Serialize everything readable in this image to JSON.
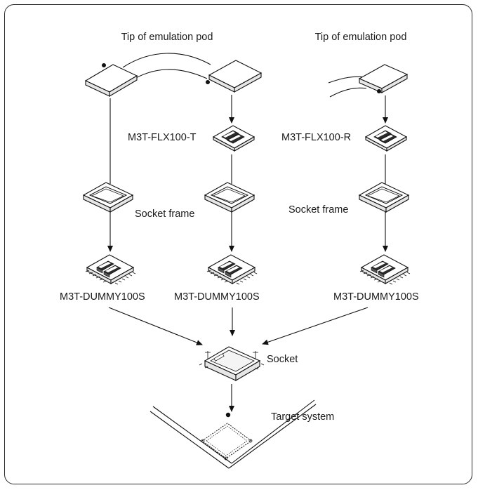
{
  "labels": {
    "tip_left": "Tip of emulation pod",
    "tip_right": "Tip of emulation pod",
    "flx_t": "M3T-FLX100-T",
    "flx_r": "M3T-FLX100-R",
    "socket_frame_1": "Socket frame",
    "socket_frame_2": "Socket frame",
    "dummy_1": "M3T-DUMMY100S",
    "dummy_2": "M3T-DUMMY100S",
    "dummy_3": "M3T-DUMMY100S",
    "socket": "Socket",
    "target": "Target system"
  }
}
